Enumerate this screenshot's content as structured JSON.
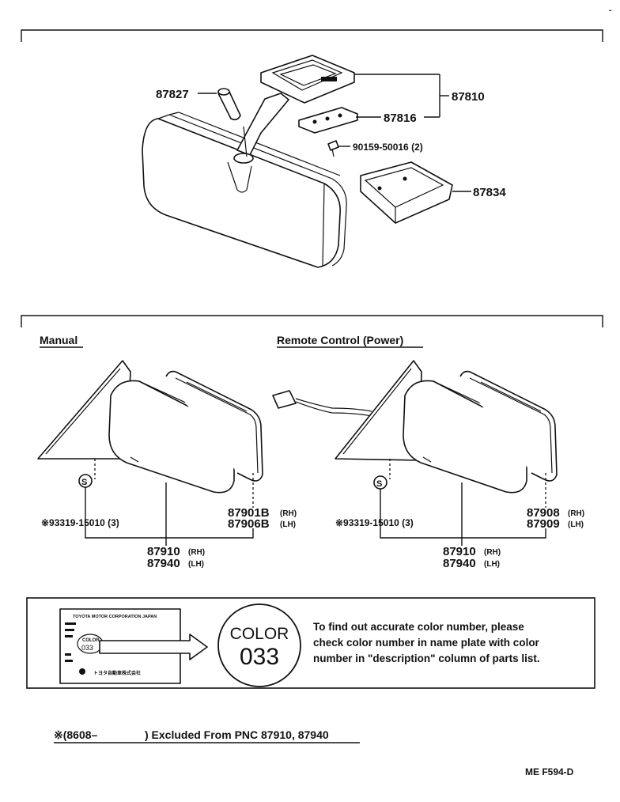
{
  "upper": {
    "parts": {
      "p87827": "87827",
      "p87810": "87810",
      "p87816": "87816",
      "p90159": "90159-50016 (2)",
      "p87834": "87834"
    }
  },
  "lower": {
    "manual": {
      "heading": "Manual",
      "screw": "※93319-15010 (3)",
      "s_symbol": "S",
      "glass_rh": "87901B",
      "glass_lh": "87906B",
      "rh": "(RH)",
      "lh": "(LH)",
      "assy_rh": "87910",
      "assy_lh": "87940"
    },
    "remote": {
      "heading": "Remote Control (Power)",
      "screw": "※93319-15010 (3)",
      "s_symbol": "S",
      "glass_rh": "87908",
      "glass_lh": "87909",
      "rh": "(RH)",
      "lh": "(LH)",
      "assy_rh": "87910",
      "assy_lh": "87940"
    }
  },
  "color_box": {
    "badge_line1": "COLOR",
    "badge_line2": "033",
    "plate_header": "TOYOTA MOTOR CORPORATION JAPAN",
    "plate_color": "COLOR",
    "plate_code": "033",
    "plate_maker": "トヨタ自動車株式会社",
    "instructions": [
      "To find out accurate color number, please",
      "check color number in name plate with color",
      "number in \"description\" column of parts list."
    ]
  },
  "footnote": {
    "mark": "※(8608–",
    "text": ") Excluded From PNC 87910, 87940"
  },
  "page_code": "ME  F594-D"
}
